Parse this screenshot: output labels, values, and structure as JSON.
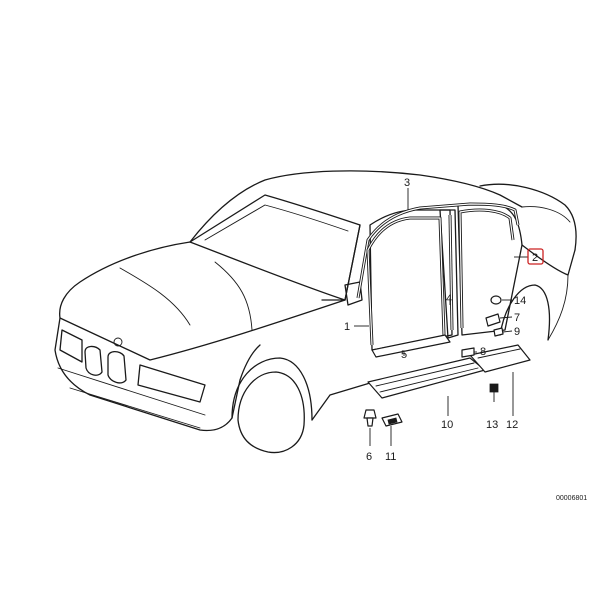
{
  "diagram": {
    "reference_code": "00006801",
    "highlight_color": "#cc2222",
    "line_color": "#1a1a1a",
    "callouts": [
      {
        "id": "1",
        "label": "1"
      },
      {
        "id": "2",
        "label": "2",
        "highlighted": true
      },
      {
        "id": "3",
        "label": "3"
      },
      {
        "id": "4",
        "label": "4"
      },
      {
        "id": "5",
        "label": "5"
      },
      {
        "id": "6",
        "label": "6"
      },
      {
        "id": "7",
        "label": "7"
      },
      {
        "id": "8",
        "label": "8"
      },
      {
        "id": "9",
        "label": "9"
      },
      {
        "id": "10",
        "label": "10"
      },
      {
        "id": "11",
        "label": "11"
      },
      {
        "id": "12",
        "label": "12"
      },
      {
        "id": "13",
        "label": "13"
      },
      {
        "id": "14",
        "label": "14"
      }
    ]
  }
}
